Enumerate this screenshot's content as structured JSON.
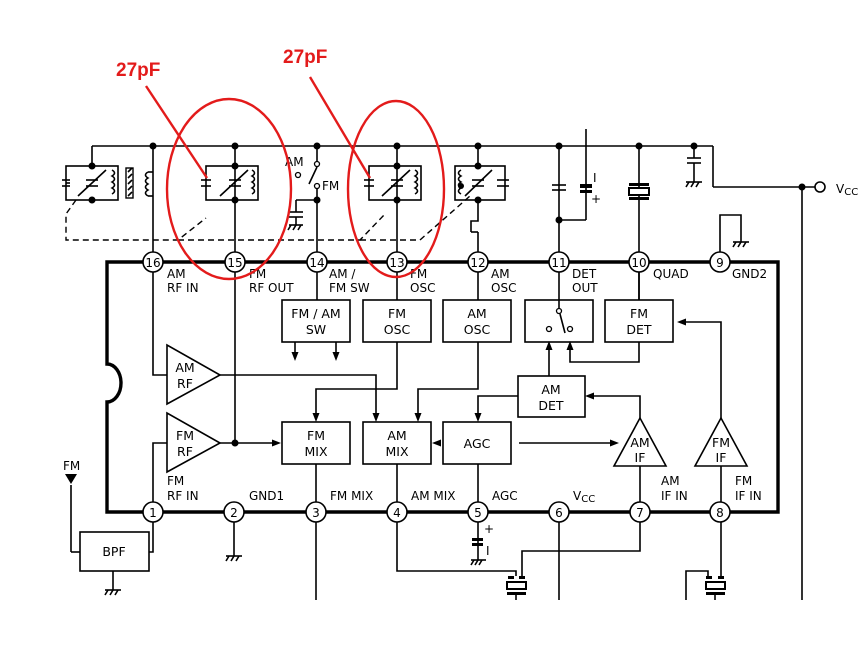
{
  "annotations": [
    {
      "text": "27pF",
      "color": "#e31b1b"
    },
    {
      "text": "27pF",
      "color": "#e31b1b"
    }
  ],
  "pins": [
    {
      "no": "1",
      "label1": "FM",
      "label2": "RF IN"
    },
    {
      "no": "2",
      "label1": "GND1",
      "label2": ""
    },
    {
      "no": "3",
      "label1": "FM MIX",
      "label2": ""
    },
    {
      "no": "4",
      "label1": "AM MIX",
      "label2": ""
    },
    {
      "no": "5",
      "label1": "AGC",
      "label2": ""
    },
    {
      "no": "6",
      "label1": "V",
      "label2": "CC"
    },
    {
      "no": "7",
      "label1": "AM",
      "label2": "IF IN"
    },
    {
      "no": "8",
      "label1": "FM",
      "label2": "IF IN"
    },
    {
      "no": "9",
      "label1": "GND2",
      "label2": ""
    },
    {
      "no": "10",
      "label1": "QUAD",
      "label2": ""
    },
    {
      "no": "11",
      "label1": "DET",
      "label2": "OUT"
    },
    {
      "no": "12",
      "label1": "AM",
      "label2": "OSC"
    },
    {
      "no": "13",
      "label1": "FM",
      "label2": "OSC"
    },
    {
      "no": "14",
      "label1": "AM /",
      "label2": "FM SW"
    },
    {
      "no": "15",
      "label1": "FM",
      "label2": "RF OUT"
    },
    {
      "no": "16",
      "label1": "AM",
      "label2": "RF IN"
    }
  ],
  "blocks": {
    "fm_am_sw": [
      "FM / AM",
      "SW"
    ],
    "fm_osc": [
      "FM",
      "OSC"
    ],
    "am_osc": [
      "AM",
      "OSC"
    ],
    "fm_det": [
      "FM",
      "DET"
    ],
    "am_det": [
      "AM",
      "DET"
    ],
    "agc": [
      "AGC"
    ],
    "fm_mix": [
      "FM",
      "MIX"
    ],
    "am_mix": [
      "AM",
      "MIX"
    ],
    "am_rf": [
      "AM",
      "RF"
    ],
    "fm_rf": [
      "FM",
      "RF"
    ],
    "am_if": [
      "AM",
      "IF"
    ],
    "fm_if": [
      "FM",
      "IF"
    ],
    "bpf": [
      "BPF"
    ]
  },
  "external": {
    "switch_am": "AM",
    "switch_fm": "FM",
    "antenna_fm": "FM",
    "vcc_v": "V",
    "vcc_sub": "CC",
    "plus": "+",
    "minus": "I"
  }
}
